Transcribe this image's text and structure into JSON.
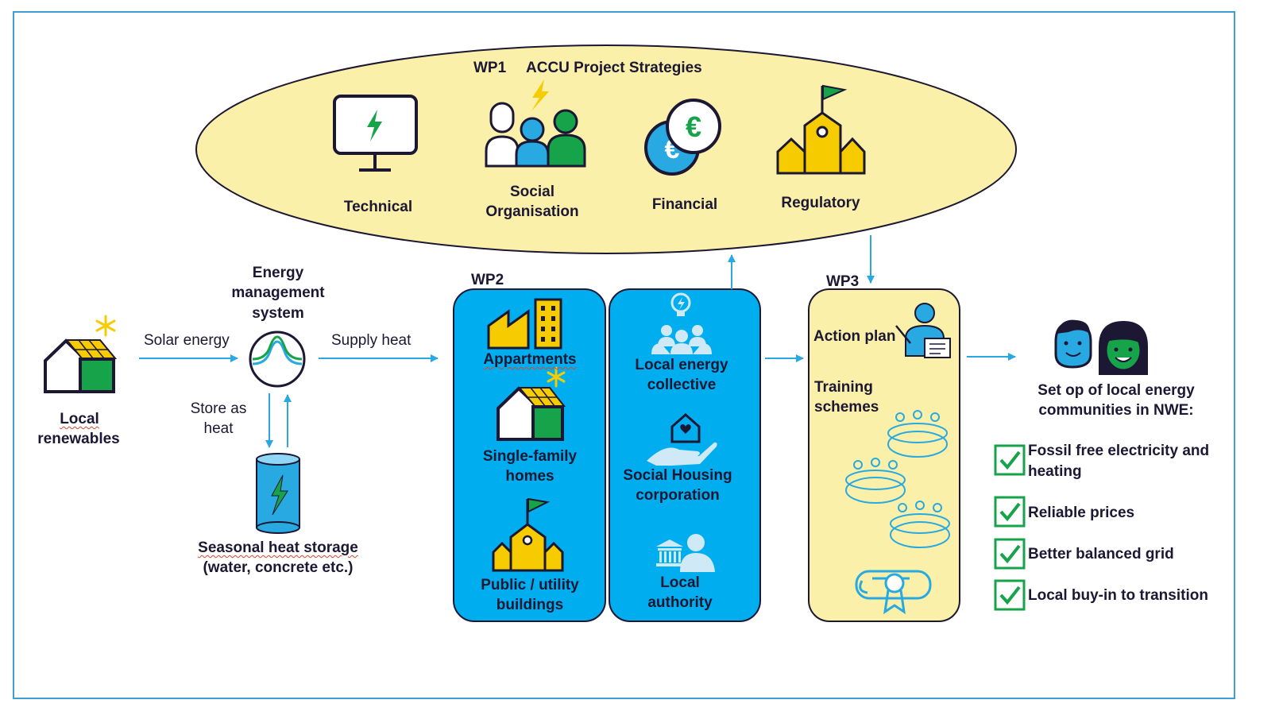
{
  "colors": {
    "frame": "#3f9fd1",
    "ellipse_fill": "#faf0a9",
    "blue_panel": "#00aeef",
    "yellow_panel": "#faf0a9",
    "arrow": "#29a9e1",
    "green": "#16a34a",
    "yellow": "#f6cb00",
    "dark": "#1c1733"
  },
  "wp1": {
    "tag": "WP1",
    "title": "ACCU Project Strategies",
    "technical": "Technical",
    "social_1": "Social",
    "social_2": "Organisation",
    "financial": "Financial",
    "regulatory": "Regulatory",
    "icons": [
      "monitor-bolt-icon",
      "people-group-icon",
      "euro-coins-icon",
      "town-hall-icon"
    ]
  },
  "left": {
    "renewables_1": "Local",
    "renewables_2": "renewables",
    "solar": "Solar energy",
    "ems_1": "Energy",
    "ems_2": "management",
    "ems_3": "system",
    "supply": "Supply heat",
    "store_1": "Store as",
    "store_2": "heat",
    "storage_1": "Seasonal heat storage",
    "storage_2": "(water, concrete etc.)"
  },
  "wp2": {
    "tag": "WP2",
    "appartments": "Appartments",
    "single_1": "Single-family",
    "single_2": "homes",
    "public_1": "Public / utility",
    "public_2": "buildings",
    "collective_1": "Local energy",
    "collective_2": "collective",
    "housing_1": "Social Housing",
    "housing_2": "corporation",
    "authority_1": "Local",
    "authority_2": "authority"
  },
  "wp3": {
    "tag": "WP3",
    "action_plan": "Action plan",
    "training_1": "Training",
    "training_2": "schemes"
  },
  "right": {
    "heading_1": "Set op of local energy",
    "heading_2": "communities in NWE:",
    "checklist": [
      {
        "line1": "Fossil free electricity and",
        "line2": "heating"
      },
      {
        "line1": "Reliable prices"
      },
      {
        "line1": "Better balanced grid"
      },
      {
        "line1": "Local buy-in to transition"
      }
    ]
  }
}
